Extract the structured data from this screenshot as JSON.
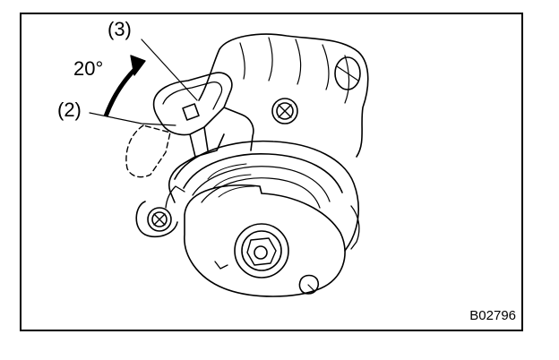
{
  "figure": {
    "callouts": {
      "part_3": "(3)",
      "part_2": "(2)",
      "angle": "20°"
    },
    "figure_code": "B02796",
    "colors": {
      "ink": "#000000",
      "background": "#ffffff"
    }
  }
}
